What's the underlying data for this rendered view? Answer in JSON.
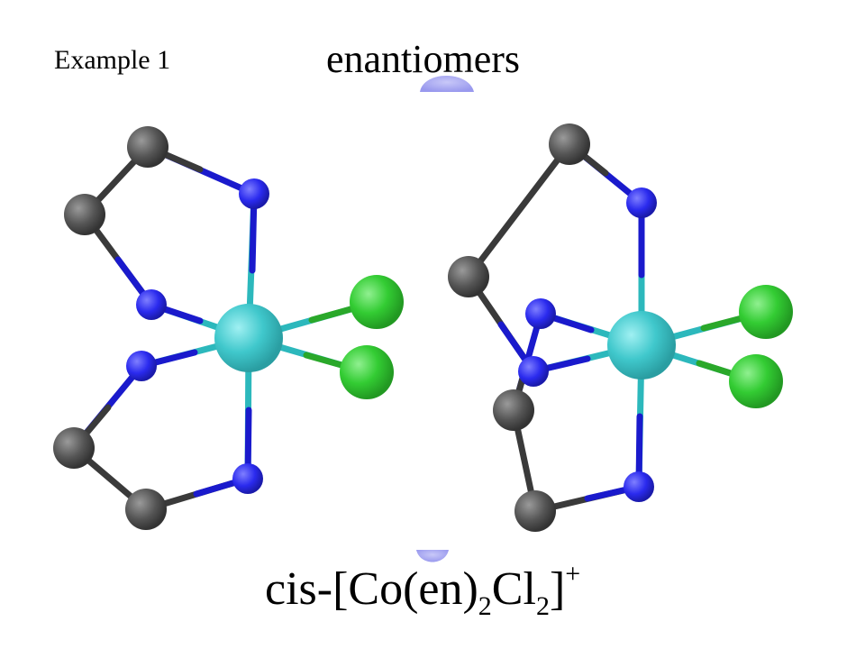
{
  "slide": {
    "example_label": "Example 1",
    "title": "enantiomers",
    "formula": {
      "prefix": "cis-[Co(en)",
      "sub1": "2",
      "mid": "Cl",
      "sub2": "2",
      "suffix": "]",
      "charge": "+"
    }
  },
  "colors": {
    "carbon": "#555555",
    "nitrogen": "#2a2aee",
    "cobalt": "#40c8cc",
    "chlorine": "#33cc33",
    "bond_dark": "#3a3a3a",
    "bond_blue": "#1a1acc",
    "bond_cyan": "#2cb8bc",
    "bond_green": "#2aa82a",
    "mirror": "#9999ee"
  },
  "molecules": [
    {
      "name": "left-enantiomer",
      "metal": "Co",
      "ligands": [
        "en",
        "en",
        "Cl",
        "Cl"
      ]
    },
    {
      "name": "right-enantiomer",
      "metal": "Co",
      "ligands": [
        "en",
        "en",
        "Cl",
        "Cl"
      ]
    }
  ]
}
